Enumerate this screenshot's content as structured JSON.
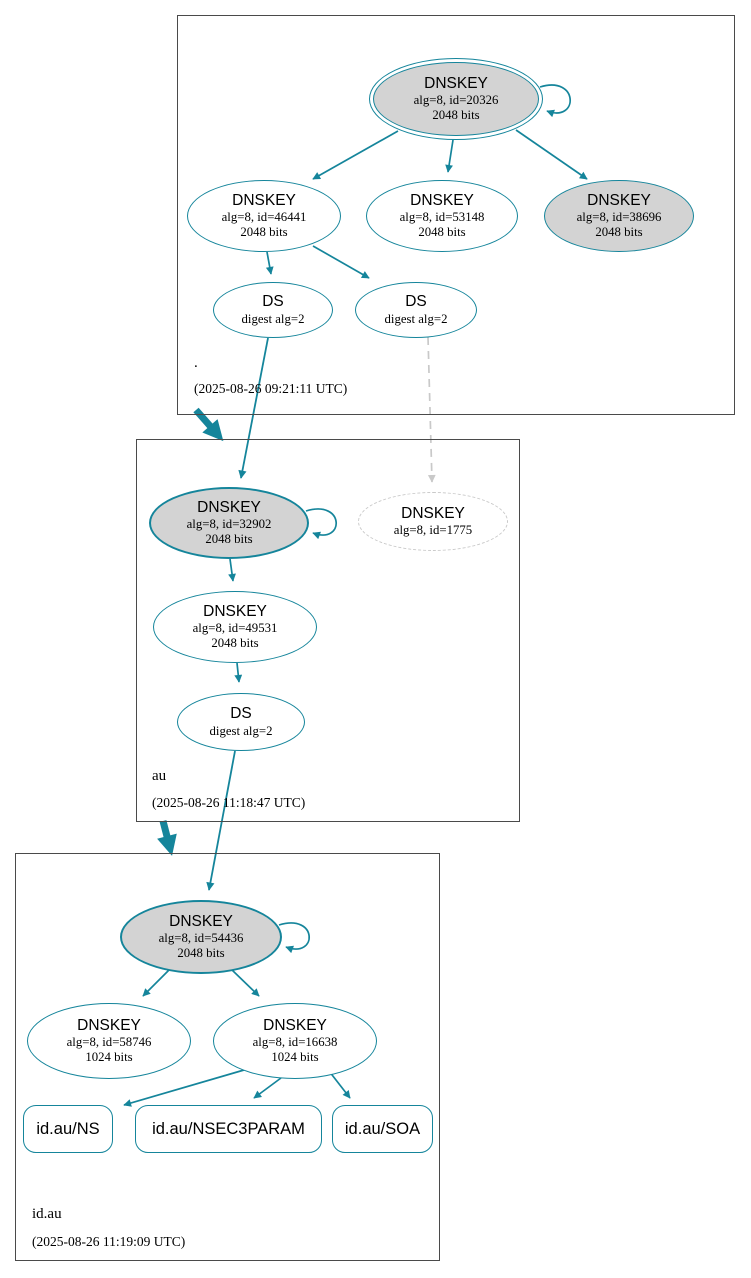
{
  "colors": {
    "accent_teal": "#15859b",
    "node_fill_gray": "#d3d3d3",
    "dashed_gray": "#c9c9c9",
    "zone_border": "#4a4a4a"
  },
  "zones": [
    {
      "label": ".",
      "timestamp": "(2025-08-26 09:21:11 UTC)",
      "nodes": {
        "ksk": {
          "title": "DNSKEY",
          "detail": "alg=8, id=20326",
          "size": "2048 bits"
        },
        "key46441": {
          "title": "DNSKEY",
          "detail": "alg=8, id=46441",
          "size": "2048 bits"
        },
        "key53148": {
          "title": "DNSKEY",
          "detail": "alg=8, id=53148",
          "size": "2048 bits"
        },
        "key38696": {
          "title": "DNSKEY",
          "detail": "alg=8, id=38696",
          "size": "2048 bits"
        },
        "ds1": {
          "title": "DS",
          "detail": "digest alg=2"
        },
        "ds2": {
          "title": "DS",
          "detail": "digest alg=2"
        }
      }
    },
    {
      "label": "au",
      "timestamp": "(2025-08-26 11:18:47 UTC)",
      "nodes": {
        "ksk": {
          "title": "DNSKEY",
          "detail": "alg=8, id=32902",
          "size": "2048 bits"
        },
        "key1775": {
          "title": "DNSKEY",
          "detail": "alg=8, id=1775"
        },
        "key49531": {
          "title": "DNSKEY",
          "detail": "alg=8, id=49531",
          "size": "2048 bits"
        },
        "ds": {
          "title": "DS",
          "detail": "digest alg=2"
        }
      }
    },
    {
      "label": "id.au",
      "timestamp": "(2025-08-26 11:19:09 UTC)",
      "nodes": {
        "ksk": {
          "title": "DNSKEY",
          "detail": "alg=8, id=54436",
          "size": "2048 bits"
        },
        "key58746": {
          "title": "DNSKEY",
          "detail": "alg=8, id=58746",
          "size": "1024 bits"
        },
        "key16638": {
          "title": "DNSKEY",
          "detail": "alg=8, id=16638",
          "size": "1024 bits"
        },
        "rrset_ns": {
          "label": "id.au/NS"
        },
        "rrset_nsec3param": {
          "label": "id.au/NSEC3PARAM"
        },
        "rrset_soa": {
          "label": "id.au/SOA"
        }
      }
    }
  ]
}
